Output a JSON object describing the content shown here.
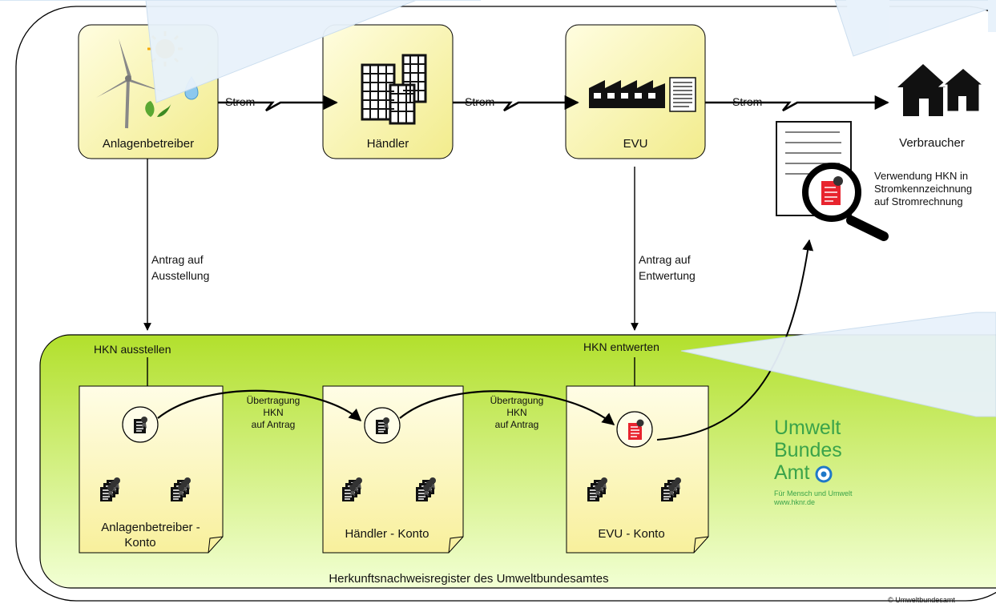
{
  "colors": {
    "top_box_fill": "#faf7b8",
    "register_fill": "#c4ec3c",
    "account_fill": "#fcf8bc",
    "logo_green": "#3aa34a",
    "logo_blue": "#1e78c8",
    "certificate_red": "#e8242e",
    "callout_fill": "#e8f2fb"
  },
  "actors": {
    "anlagenbetreiber": "Anlagenbetreiber",
    "haendler": "Händler",
    "evu": "EVU",
    "verbraucher": "Verbraucher"
  },
  "flows": {
    "strom_1": "Strom",
    "strom_2": "Strom",
    "strom_3": "Strom"
  },
  "requests": {
    "ausstellung_line1": "Antrag auf",
    "ausstellung_line2": "Ausstellung",
    "entwertung_line1": "Antrag auf",
    "entwertung_line2": "Entwertung"
  },
  "usage": {
    "line1": "Verwendung HKN in",
    "line2": "Stromkennzeichnung",
    "line3": "auf Stromrechnung"
  },
  "register": {
    "title": "Herkunftsnachweisregister des Umweltbundesamtes",
    "issue_label": "HKN ausstellen",
    "cancel_label": "HKN entwerten"
  },
  "transfers": {
    "t1_line1": "Übertragung",
    "t1_line2": "HKN",
    "t1_line3": "auf Antrag",
    "t2_line1": "Übertragung",
    "t2_line2": "HKN",
    "t2_line3": "auf Antrag"
  },
  "accounts": {
    "anlagenbetreiber_line1": "Anlagenbetreiber -",
    "anlagenbetreiber_line2": "Konto",
    "haendler": "Händler - Konto",
    "evu": "EVU - Konto"
  },
  "logo": {
    "line1": "Umwelt",
    "line2": "Bundes",
    "line3": "Amt",
    "tagline": "Für Mensch und Umwelt",
    "url": "www.hknr.de"
  },
  "copyright": "© Umweltbundesamt"
}
